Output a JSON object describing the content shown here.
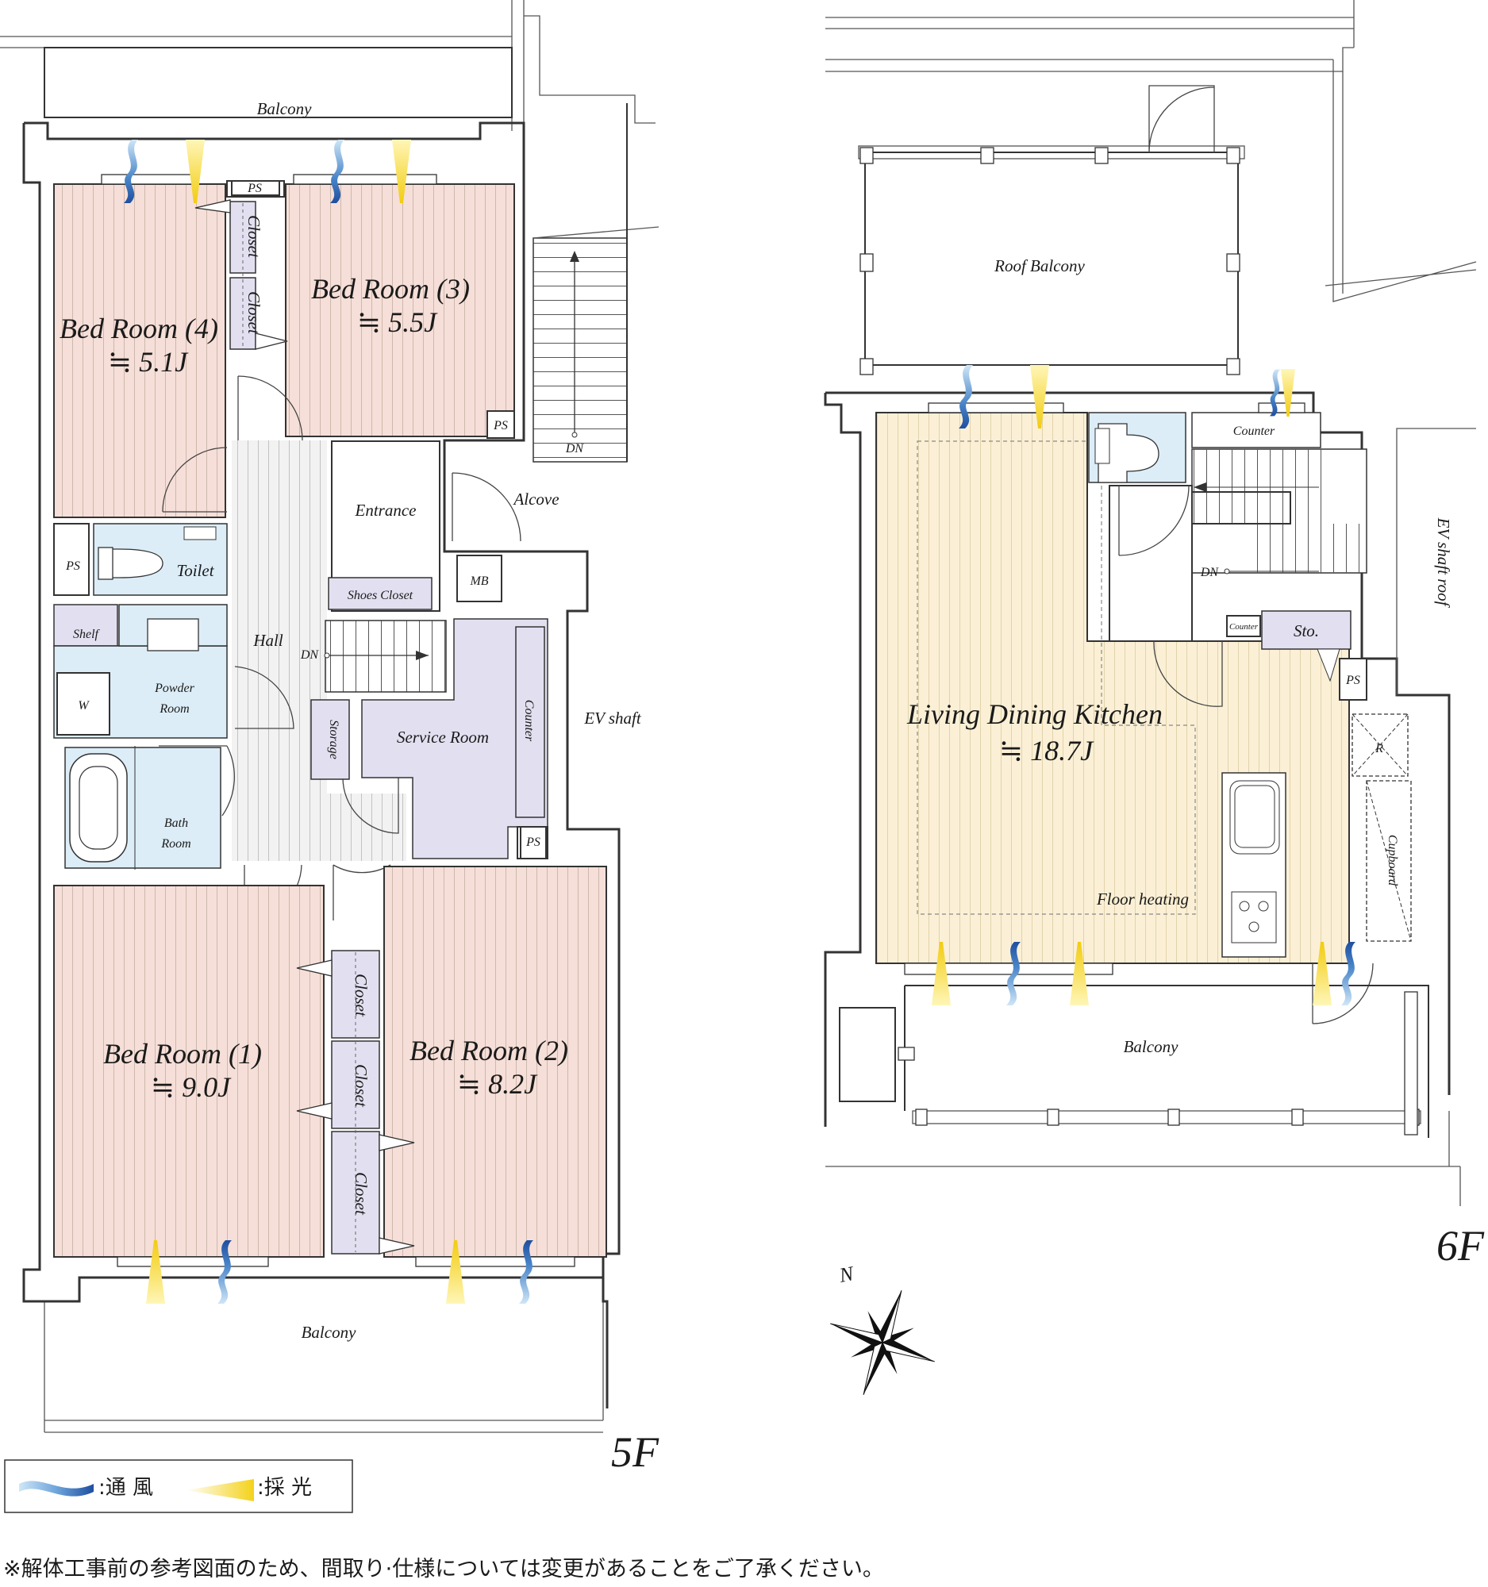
{
  "floors": {
    "f5": {
      "label": "5F",
      "rooms": {
        "balcony_north": "Balcony",
        "bed4_name": "Bed Room (4)",
        "bed4_size": "≒ 5.1J",
        "bed3_name": "Bed Room (3)",
        "bed3_size": "≒ 5.5J",
        "bed1_name": "Bed Room (1)",
        "bed1_size": "≒ 9.0J",
        "bed2_name": "Bed Room (2)",
        "bed2_size": "≒ 8.2J",
        "balcony_south": "Balcony",
        "hall": "Hall",
        "entrance": "Entrance",
        "alcove": "Alcove",
        "shoes_closet": "Shoes Closet",
        "mb": "MB",
        "toilet": "Toilet",
        "shelf": "Shelf",
        "powder_room_1": "Powder",
        "powder_room_2": "Room",
        "washer": "W",
        "bath_room_1": "Bath",
        "bath_room_2": "Room",
        "storage": "Storage",
        "service_room": "Service Room",
        "counter": "Counter",
        "ev_shaft": "EV shaft",
        "closet": "Closet",
        "ps": "PS",
        "dn": "DN"
      }
    },
    "f6": {
      "label": "6F",
      "rooms": {
        "roof_balcony": "Roof Balcony",
        "counter_top": "Counter",
        "counter_small": "Counter",
        "ldk_name": "Living Dining Kitchen",
        "ldk_size": "≒ 18.7J",
        "floor_heating": "Floor heating",
        "storage": "Sto.",
        "ps": "PS",
        "refrigerator": "R",
        "cupboard": "Cupboard",
        "ev_shaft_roof": "EV shaft roof",
        "balcony": "Balcony",
        "dn": "DN"
      }
    }
  },
  "compass": {
    "north": "N"
  },
  "legend": {
    "ventilation": ":通 風",
    "daylight": ":採 光"
  },
  "note": "※解体工事前の参考図面のため、間取り·仕様については変更があることをご了承ください。",
  "colors": {
    "bedroom_floor": "#f6dfd8",
    "ldk_floor": "#fbf0d6",
    "water_area": "#dcedf7",
    "storage": "#e2e0f0",
    "wind_arrow": "#1f5fae",
    "light_arrow": "#f4d21a"
  }
}
